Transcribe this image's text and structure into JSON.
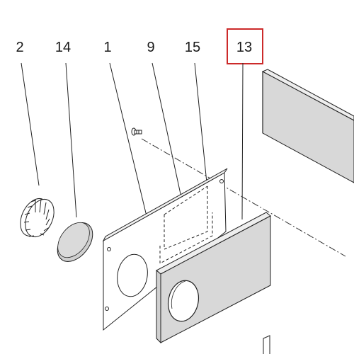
{
  "diagram": {
    "callouts": {
      "c2": "2",
      "c14": "14",
      "c1": "1",
      "c9": "9",
      "c15": "15",
      "c13": "13"
    },
    "highlighted_callout": "13",
    "highlight_color": "#cc2a2a",
    "panel_fill": "#d8d8d8",
    "line_color": "#222222"
  }
}
